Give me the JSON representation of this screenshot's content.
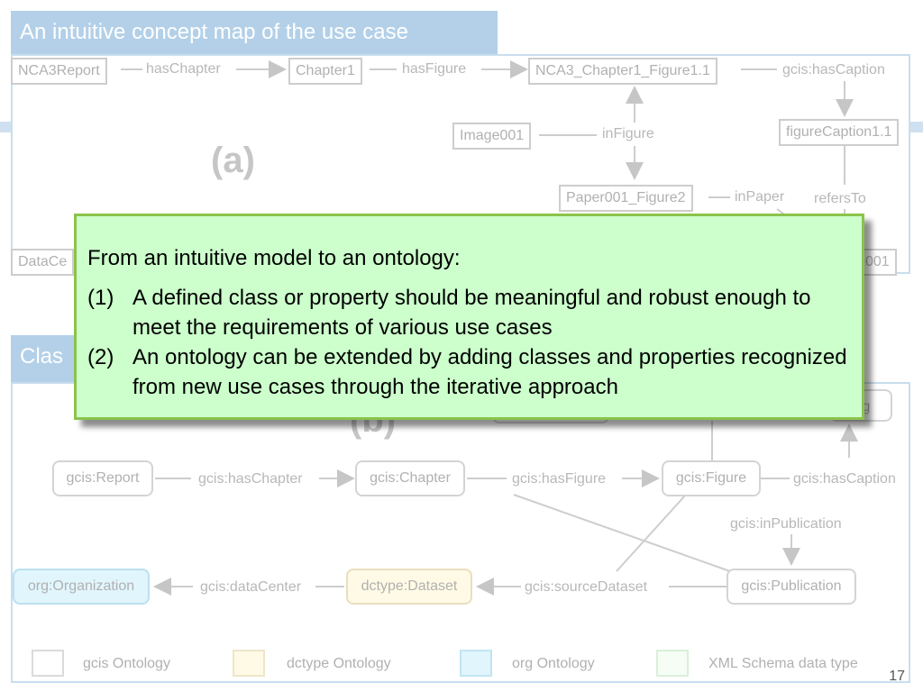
{
  "slide": {
    "title_a": "An intuitive concept map of the use case",
    "title_b": "Clas",
    "page_number": "17"
  },
  "diagram_a": {
    "panel_label": "(a)",
    "nodes": {
      "nca3report": "NCA3Report",
      "chapter1": "Chapter1",
      "figure": "NCA3_Chapter1_Figure1.1",
      "image001": "Image001",
      "figcaption": "figureCaption1.1",
      "paper_figure": "Paper001_Figure2",
      "datacenter": "DataCe",
      "right_partial": "001"
    },
    "edges": {
      "has_chapter": "hasChapter",
      "has_figure": "hasFigure",
      "has_caption": "gcis:hasCaption",
      "in_figure": "inFigure",
      "in_paper": "inPaper",
      "refers_to": "refersTo"
    }
  },
  "diagram_b": {
    "panel_label": "(b)",
    "nodes": {
      "report": "gcis:Report",
      "chapter": "gcis:Chapter",
      "figure": "gcis:Figure",
      "publication": "gcis:Publication",
      "dataset": "dctype:Dataset",
      "organization": "org:Organization",
      "partial_right": "ing"
    },
    "edges": {
      "has_chapter": "gcis:hasChapter",
      "has_figure": "gcis:hasFigure",
      "has_caption": "gcis:hasCaption",
      "in_publication": "gcis:inPublication",
      "source_dataset": "gcis:sourceDataset",
      "data_center": "gcis:dataCenter"
    }
  },
  "legend": [
    {
      "label": "gcis Ontology",
      "color": "#ffffff"
    },
    {
      "label": "dctype Ontology",
      "color": "#fff3c0"
    },
    {
      "label": "org Ontology",
      "color": "#b7e6f8"
    },
    {
      "label": "XML Schema data type",
      "color": "#e6fae6"
    }
  ],
  "callout": {
    "heading": "From an intuitive model to an ontology:",
    "items": [
      {
        "num": "(1)",
        "text": "A defined class or property should be meaningful and robust enough to meet the requirements of various use cases"
      },
      {
        "num": "(2)",
        "text": "An ontology can be extended by adding classes and properties recognized from new use cases through the iterative approach"
      }
    ]
  }
}
